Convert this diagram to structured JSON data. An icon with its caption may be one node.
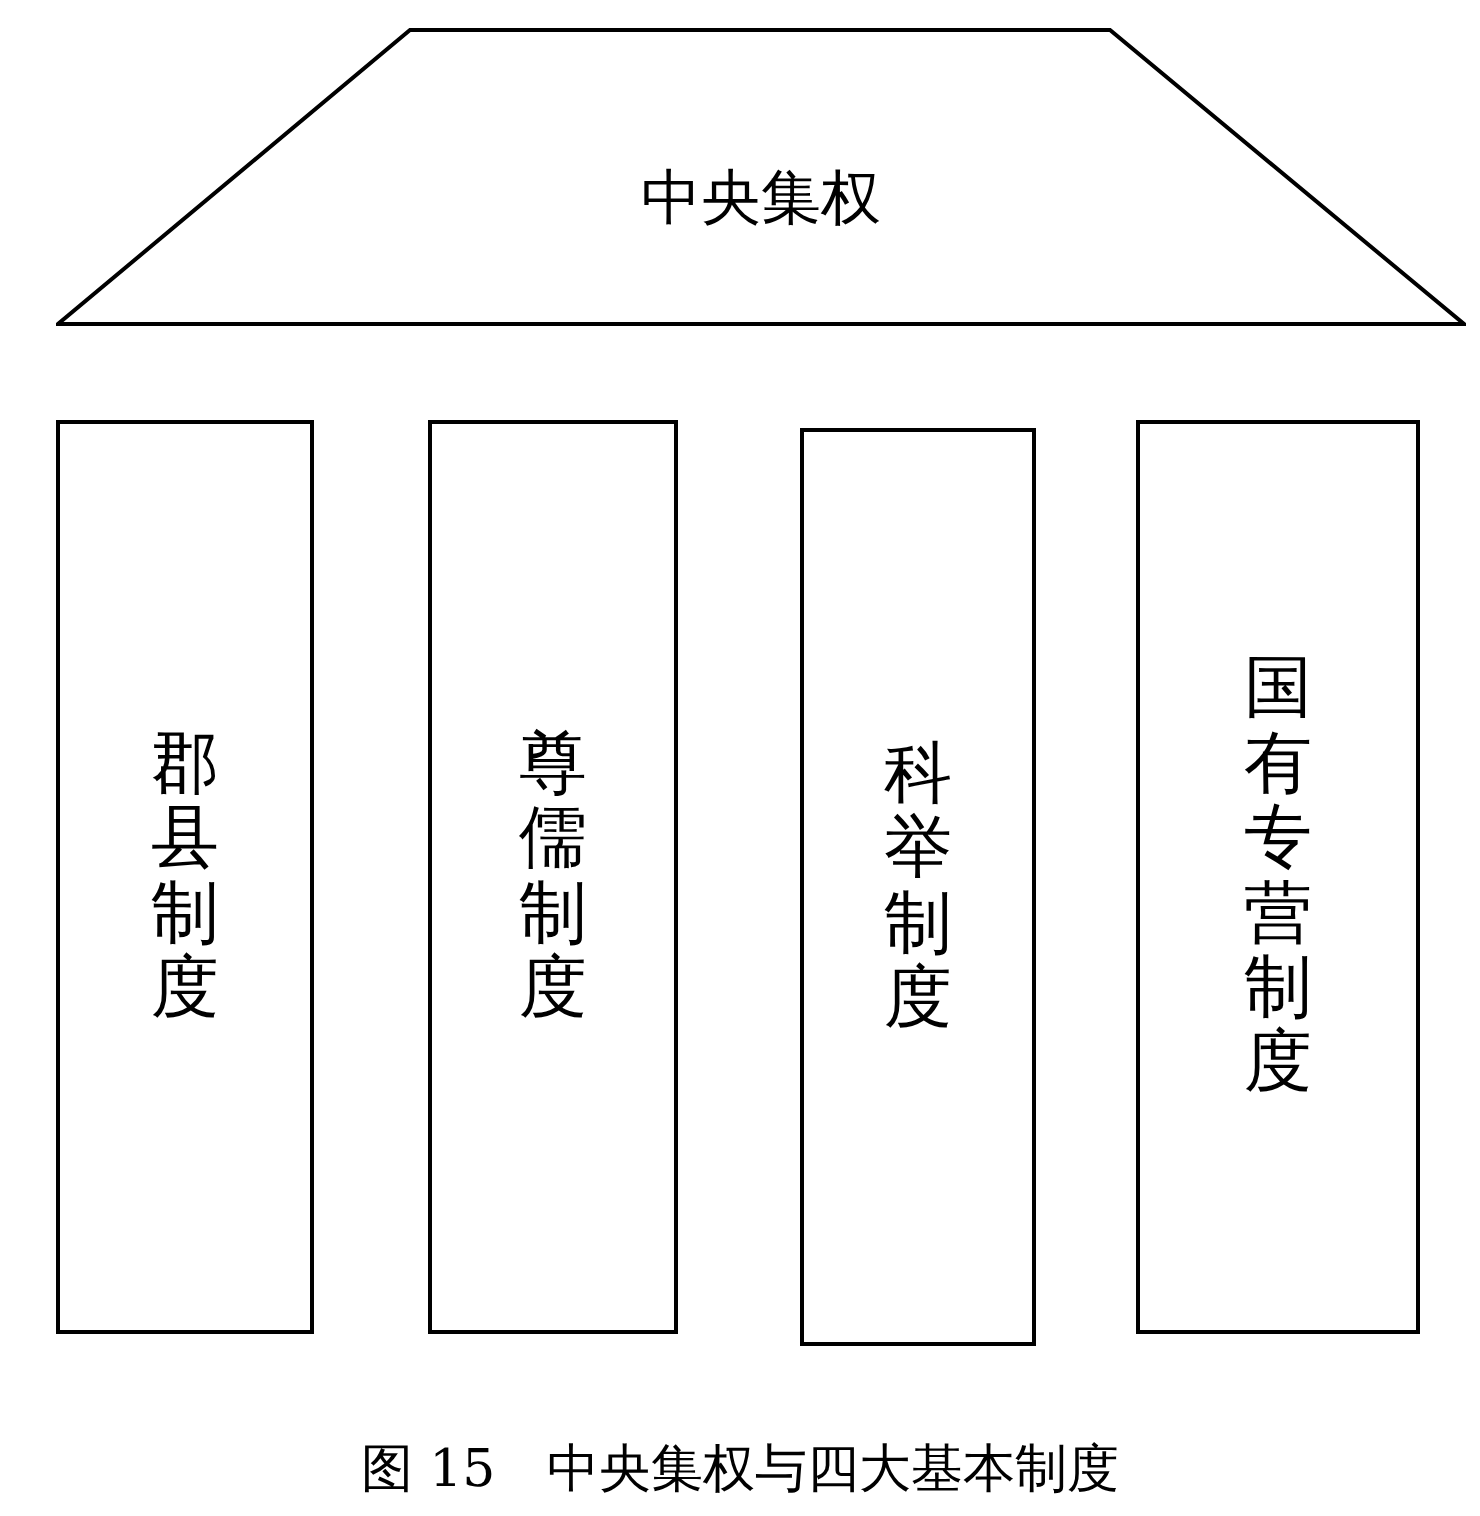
{
  "diagram": {
    "caption": "图 15　中央集权与四大基本制度",
    "nodes": [
      {
        "text": [
          "中央集权"
        ]
      },
      {
        "text": [
          "郡县制度"
        ]
      },
      {
        "text": [
          "尊儒制度"
        ]
      },
      {
        "text": [
          "科举制度"
        ]
      },
      {
        "text": [
          "国有专营制度"
        ]
      }
    ]
  }
}
